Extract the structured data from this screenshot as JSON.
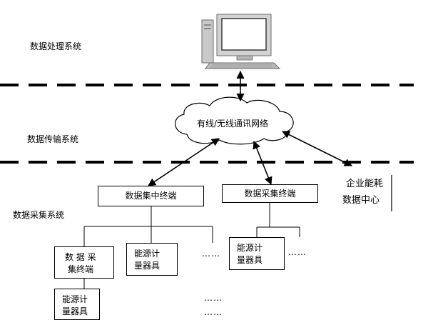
{
  "layers": {
    "processing": "数据处理系统",
    "transmission": "数据传输系统",
    "acquisition": "数据采集系统"
  },
  "network": {
    "label": "有线/无线通讯网络"
  },
  "concentrator": {
    "label": "数据集中终端"
  },
  "collector": {
    "label": "数据采集终端"
  },
  "enterprise_center": {
    "line1": "企业能耗",
    "line2": "数据中心"
  },
  "left_terminal": {
    "line1": "数 据 采",
    "line2": "集终端"
  },
  "meter_mid": {
    "line1": "能源计",
    "line2": "量器具"
  },
  "meter_bottom": {
    "line1": "能源计",
    "line2": "量器具"
  },
  "meter_right": {
    "line1": "能源计",
    "line2": "量器具"
  },
  "ellipsis": {
    "a": "……",
    "b": "……",
    "c": "……",
    "d": "……"
  }
}
